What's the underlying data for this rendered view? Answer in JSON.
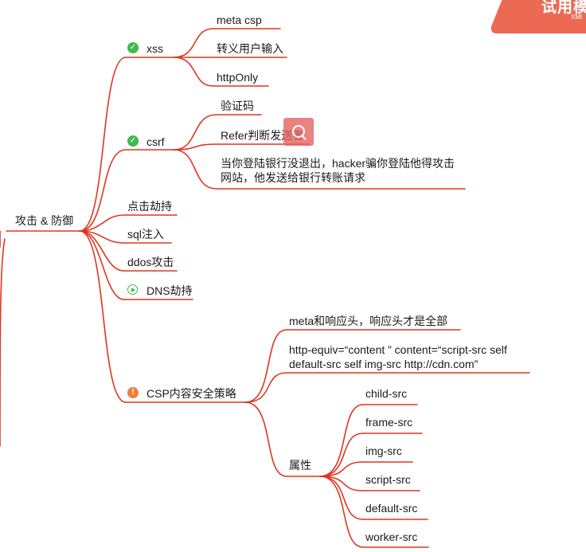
{
  "root": {
    "label": "攻击 & 防御"
  },
  "branches": {
    "xss": {
      "label": "xss",
      "children": [
        "meta csp",
        "转义用户输入",
        "httpOnly"
      ]
    },
    "csrf": {
      "label": "csrf",
      "children": [
        "验证码",
        "Refer判断发送者",
        "当你登陆银行没退出，hacker骗你登陆他得攻击网站，他发送给银行转账请求"
      ]
    },
    "clickjack": {
      "label": "点击劫持"
    },
    "sqli": {
      "label": "sql注入"
    },
    "ddos": {
      "label": "ddos攻击"
    },
    "dns": {
      "label": "DNS劫持"
    },
    "csp": {
      "label": "CSP内容安全策略",
      "children": [
        "meta和响应头，响应头才是全部",
        "http-equiv=“content ” content=“script-src self default-src self img-src http://cdn.com”"
      ],
      "attributes": {
        "label": "属性",
        "items": [
          "child-src",
          "frame-src",
          "img-src",
          "script-src",
          "default-src",
          "worker-src"
        ]
      }
    }
  },
  "badge": {
    "title": "试用模",
    "subtitle": "XMI"
  },
  "icons": {
    "xss": "check-circle-icon",
    "csrf": "check-circle-icon",
    "dns": "play-circle-icon",
    "csp": "warning-circle-icon",
    "overlay": "search-icon"
  },
  "colors": {
    "branch": "#e0351f",
    "check": "#3fb950",
    "warn": "#ef7d3a",
    "badge": "#ec6a54"
  }
}
